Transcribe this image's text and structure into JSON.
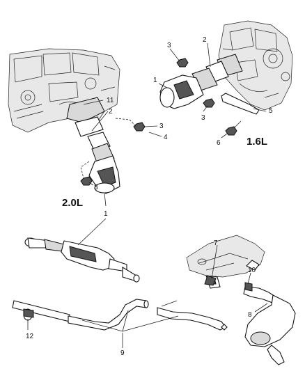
{
  "diagram": {
    "engine_labels": {
      "left": "2.0L",
      "right": "1.6L"
    },
    "callouts": {
      "c1_main": "1",
      "c1_right": "1",
      "c2_left": "2",
      "c2_right": "2",
      "c3_left_upper": "3",
      "c3_left_lower": "3",
      "c3_right_upper": "3",
      "c3_right_lower": "3",
      "c4": "4",
      "c5": "5",
      "c6": "6",
      "c7": "7",
      "c8": "8",
      "c9": "9",
      "c10": "10",
      "c11": "11",
      "c12": "12"
    }
  }
}
